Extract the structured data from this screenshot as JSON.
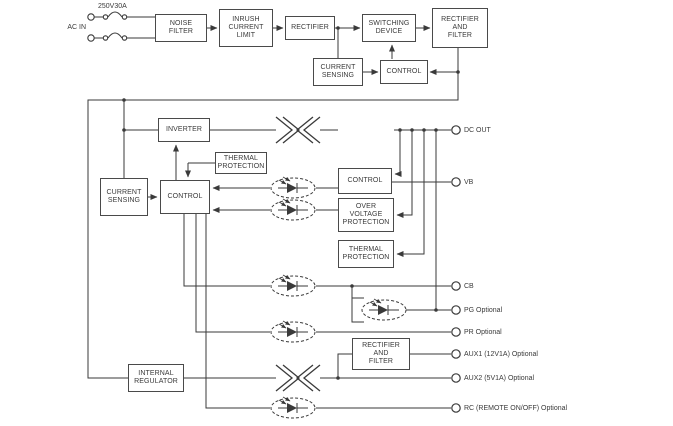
{
  "diagram": {
    "source_labels": {
      "rating": "250V30A",
      "ac_in": "AC IN"
    },
    "blocks": {
      "noise_filter": "NOISE\nFILTER",
      "inrush_current_limit": "INRUSH\nCURRENT\nLIMIT",
      "rectifier_input": "RECTIFIER",
      "switching_device": "SWITCHING\nDEVICE",
      "rectifier_and_filter_primary": "RECTIFIER\nAND\nFILTER",
      "current_sensing_primary": "CURRENT\nSENSING",
      "control_primary": "CONTROL",
      "inverter": "INVERTER",
      "thermal_protection_upper": "THERMAL\nPROTECTION",
      "current_sensing_secondary": "CURRENT\nSENSING",
      "control_main": "CONTROL",
      "control_secondary": "CONTROL",
      "over_voltage_protection": "OVER\nVOLTAGE\nPROTECTION",
      "thermal_protection_lower": "THERMAL\nPROTECTION",
      "rectifier_and_filter_aux": "RECTIFIER\nAND\nFILTER",
      "internal_regulator": "INTERNAL\nREGULATOR"
    },
    "terminals": {
      "dc_out": "DC OUT",
      "vb": "VB",
      "cb": "CB",
      "pg": "PG Optional",
      "pr": "PR Optional",
      "aux1": "AUX1 (12V1A) Optional",
      "aux2": "AUX2 (5V1A) Optional",
      "rc": "RC (REMOTE ON/OFF) Optional"
    },
    "colors": {
      "line": "#3a3a3a",
      "background": "#ffffff",
      "box_border": "#4a4a4a",
      "text": "#3a3a3a"
    }
  }
}
